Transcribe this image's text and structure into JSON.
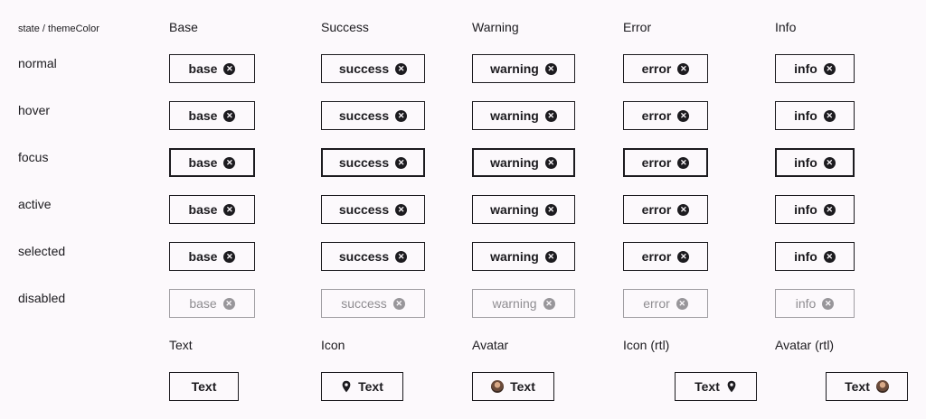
{
  "header": {
    "corner": "state / themeColor",
    "columns": [
      "Base",
      "Success",
      "Warning",
      "Error",
      "Info"
    ]
  },
  "rows": [
    {
      "state": "normal"
    },
    {
      "state": "hover"
    },
    {
      "state": "focus"
    },
    {
      "state": "active"
    },
    {
      "state": "selected"
    },
    {
      "state": "disabled"
    }
  ],
  "chip_labels": [
    "base",
    "success",
    "warning",
    "error",
    "info"
  ],
  "remove_icon": "close-circle-icon",
  "variants": {
    "headers": [
      "Text",
      "Icon",
      "Avatar",
      "Icon (rtl)",
      "Avatar (rtl)"
    ],
    "chip_text": "Text",
    "icons": [
      "",
      "map-pin-icon",
      "avatar",
      "map-pin-icon",
      "avatar"
    ]
  }
}
